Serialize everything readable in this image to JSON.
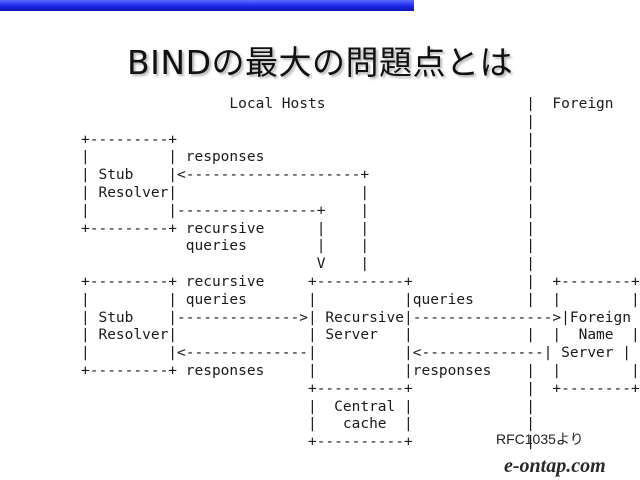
{
  "slide": {
    "title": "BINDの最大の問題点とは",
    "source_note": "RFC1035より",
    "brand": "e-ontap.com"
  },
  "diagram": {
    "text": "                 Local Hosts                       |  Foreign\n                                                   |\n+---------+                                        |\n|         | responses                              |\n| Stub    |<--------------------+                  |\n| Resolver|                     |                  |\n|         |----------------+    |                  |\n+---------+ recursive      |    |                  |\n            queries        |    |                  |\n                           V    |                  |\n+---------+ recursive     +----------+             |  +--------+\n|         | queries       |          |queries      |  |        |\n| Stub    |-------------->| Recursive|---------------->|Foreign |\n| Resolver|               | Server   |             |  |  Name  |\n|         |<--------------|          |<--------------| Server |\n+---------+ responses     |          |responses    |  |        |\n                          +----------+             |  +--------+\n                          |  Central |             |\n                          |   cache  |             |\n                          +----------+             |"
  }
}
